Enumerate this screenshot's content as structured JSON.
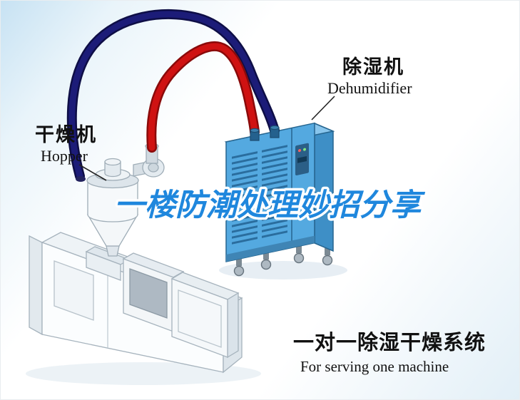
{
  "scene": {
    "machines": {
      "hopper_dryer": {
        "label_cn": "干燥机",
        "label_en": "Hopper"
      },
      "dehumidifier": {
        "label_cn": "除湿机",
        "label_en": "Dehumidifier"
      }
    },
    "watermark_title": "一楼防潮处理妙招分享",
    "caption": {
      "line1_cn": "一对一除湿干燥系统",
      "line2_en": "For serving one machine"
    },
    "colors": {
      "pipe_red": "#cf1212",
      "pipe_navy": "#1c1c78",
      "cabinet_front": "#54a9e0",
      "cabinet_side": "#3e8fc6",
      "cabinet_top": "#88c5ec",
      "title_blue": "#1f87dd"
    }
  }
}
